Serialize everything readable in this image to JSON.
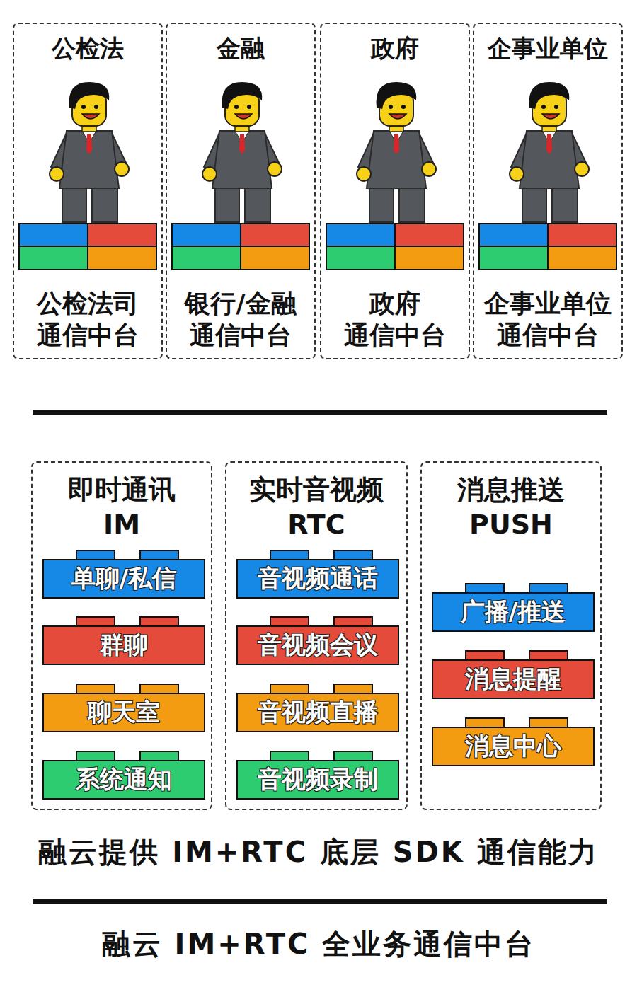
{
  "diagram": {
    "nodes": [
      {
        "text": [
          "公检法",
          "公检法司 通信中台"
        ]
      },
      {
        "text": [
          "金融",
          "银行/金融 通信中台"
        ]
      },
      {
        "text": [
          "政府",
          "政府 通信中台"
        ]
      },
      {
        "text": [
          "企事业单位",
          "企事业单位 通信中台"
        ]
      },
      {
        "text": [
          "即时通讯 IM"
        ]
      },
      {
        "text": [
          "单聊/私信"
        ],
        "in": 4
      },
      {
        "text": [
          "群聊"
        ],
        "in": 4
      },
      {
        "text": [
          "聊天室"
        ],
        "in": 4
      },
      {
        "text": [
          "系统通知"
        ],
        "in": 4
      },
      {
        "text": [
          "实时音视频 RTC"
        ]
      },
      {
        "text": [
          "音视频通话"
        ],
        "in": 9
      },
      {
        "text": [
          "音视频会议"
        ],
        "in": 9
      },
      {
        "text": [
          "音视频直播"
        ],
        "in": 9
      },
      {
        "text": [
          "音视频录制"
        ],
        "in": 9
      },
      {
        "text": [
          "消息推送 PUSH"
        ]
      },
      {
        "text": [
          "广播/推送"
        ],
        "in": 14
      },
      {
        "text": [
          "消息提醒"
        ],
        "in": 14
      },
      {
        "text": [
          "消息中心"
        ],
        "in": 14
      }
    ],
    "labels": [
      "融云提供 IM+RTC 底层 SDK 通信能力",
      "融云 IM+RTC 全业务通信中台"
    ]
  }
}
